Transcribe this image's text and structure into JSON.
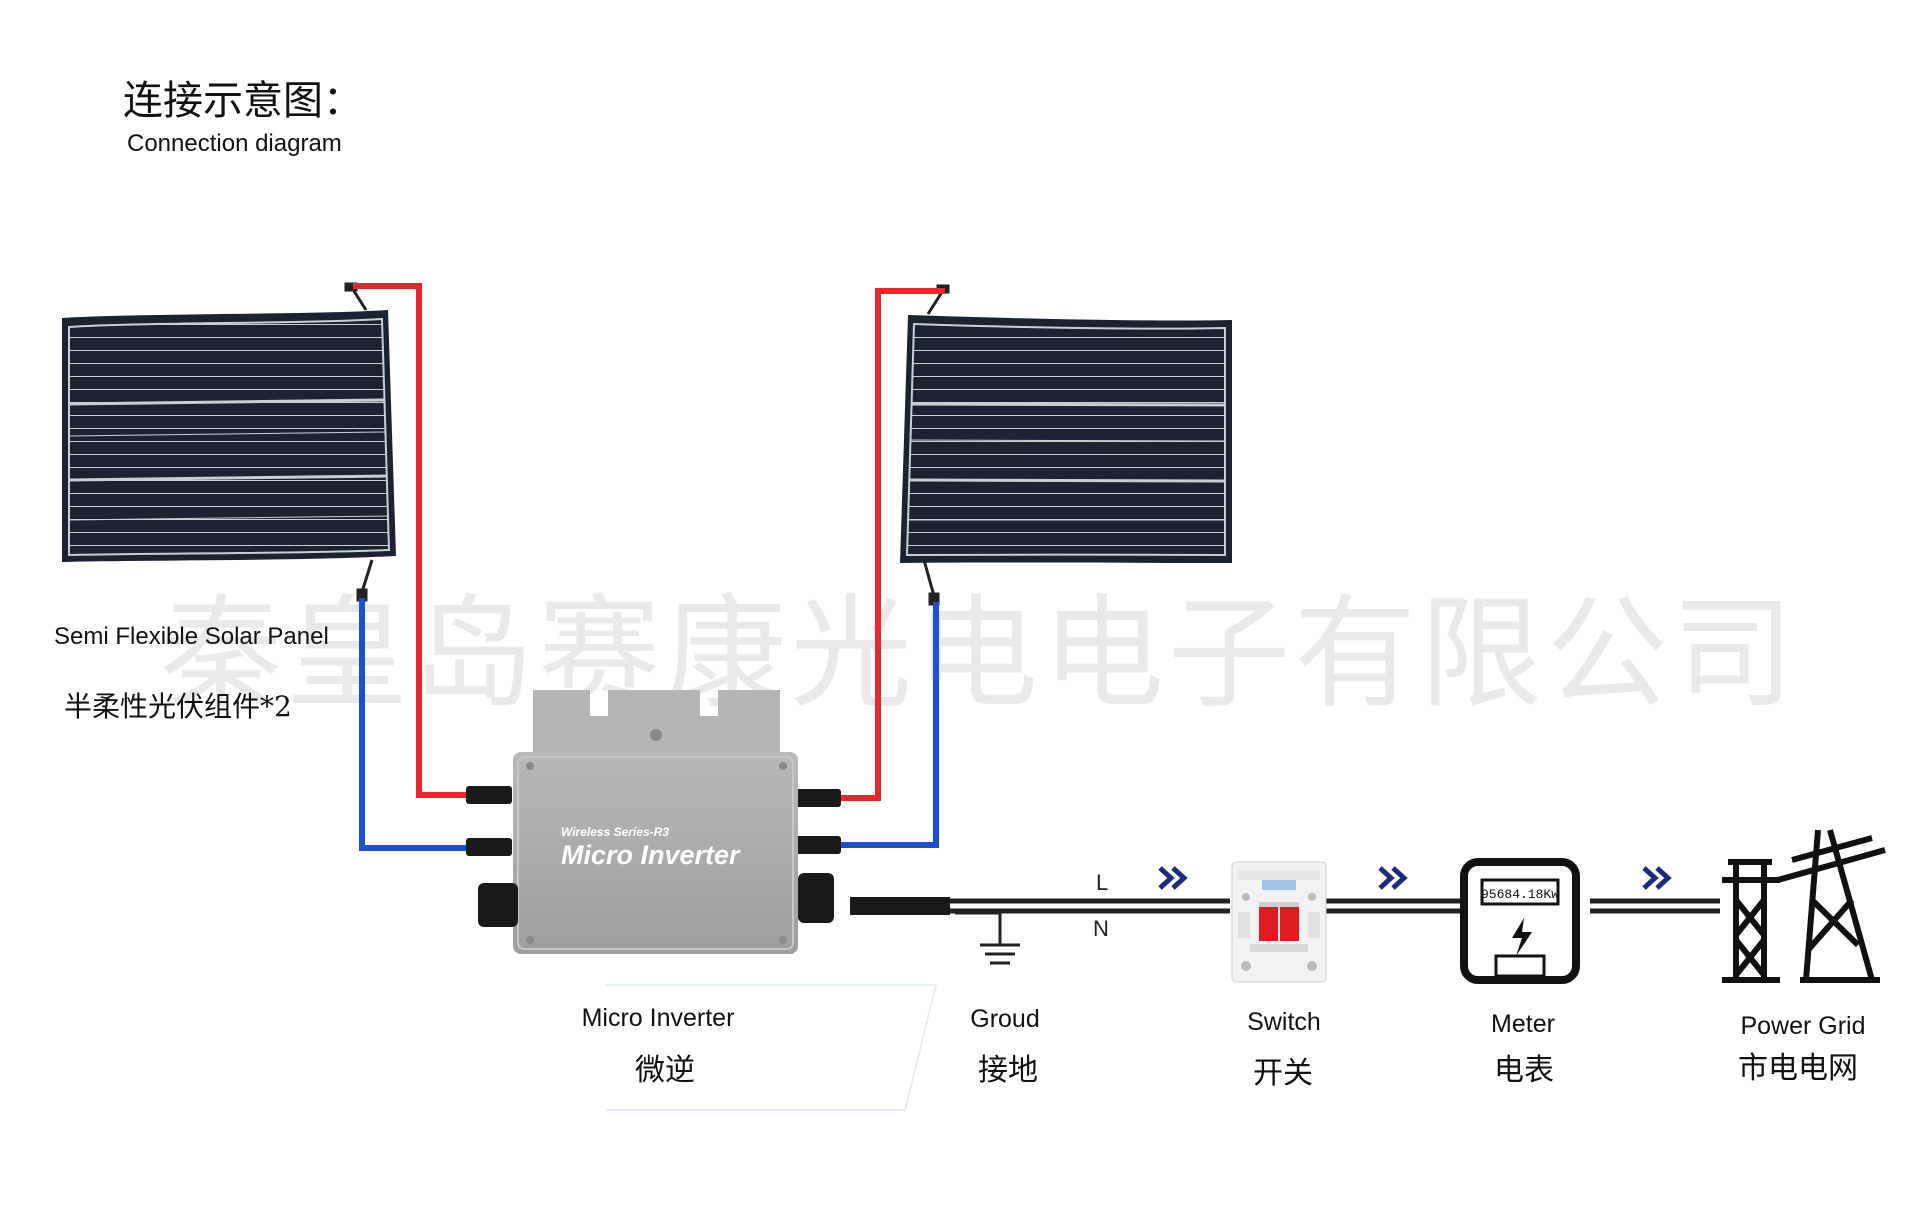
{
  "header": {
    "title_zh": "连接示意图：",
    "title_en": "Connection diagram"
  },
  "watermark": "秦皇岛赛康光电电子有限公司",
  "solar_panel": {
    "label_en": "Semi Flexible Solar Panel",
    "label_zh": "半柔性光伏组件*2"
  },
  "inverter": {
    "series_text": "Wireless Series-R3",
    "name_text": "Micro Inverter",
    "label_en": "Micro Inverter",
    "label_zh": "微逆"
  },
  "wires": {
    "live_label": "L",
    "neutral_label": "N"
  },
  "ground": {
    "label_en": "Groud",
    "label_zh": "接地"
  },
  "switch": {
    "label_en": "Switch",
    "label_zh": "开关"
  },
  "meter": {
    "label_en": "Meter",
    "label_zh": "电表",
    "reading": "95684.18Kw"
  },
  "grid": {
    "label_en": "Power Grid",
    "label_zh": "市电电网"
  },
  "colors": {
    "positive_wire": "#e8262b",
    "negative_wire": "#1f4fd1",
    "ac_cable": "#222222",
    "panel": "#1b2333",
    "panel_lines": "#c9ced6",
    "inverter_body": "#a9a9a9",
    "arrow": "#1c2c7a",
    "breaker_red": "#e11b22"
  },
  "icons": [
    "solar-panel-icon",
    "micro-inverter-icon",
    "ground-symbol-icon",
    "circuit-breaker-icon",
    "energy-meter-icon",
    "power-tower-icon",
    "chevron-arrow-icon"
  ]
}
